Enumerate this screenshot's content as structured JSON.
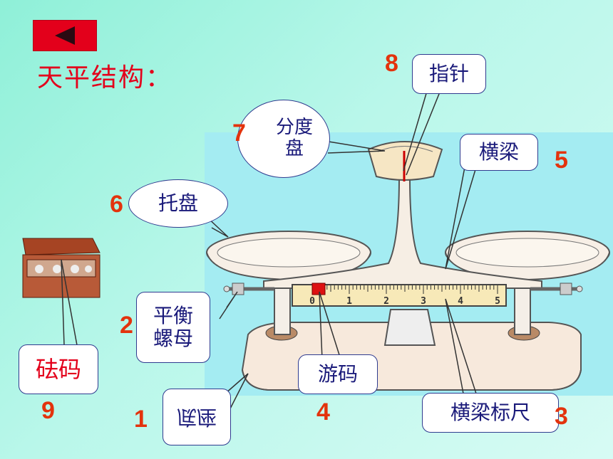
{
  "title": "天平结构：",
  "nav": {
    "back_icon": "left-triangle-icon"
  },
  "colors": {
    "accent": "#e3001b",
    "number": "#e3330d",
    "callout_text": "#1a1a7a",
    "panel": "#a4ecf2"
  },
  "labels": {
    "base": "底座",
    "balance_nut": "平衡\n螺母",
    "beam_scale": "横梁标尺",
    "rider": "游码",
    "beam": "横梁",
    "pan": "托盘",
    "dial": "分度\n盘",
    "pointer": "指针",
    "weights": "砝码"
  },
  "numbers": {
    "base": "1",
    "balance_nut": "2",
    "beam_scale": "3",
    "rider": "4",
    "beam": "5",
    "pan": "6",
    "dial": "7",
    "pointer": "8",
    "weights": "9"
  },
  "scale_ticks": [
    "0",
    "1",
    "2",
    "3",
    "4",
    "5"
  ]
}
